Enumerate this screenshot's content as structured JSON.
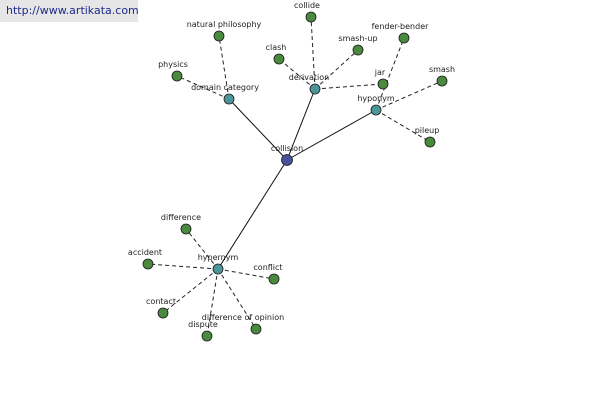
{
  "watermark": "http://www.artikata.com",
  "colors": {
    "root": "#4a4f9e",
    "category": "#4c9699",
    "leaf": "#4a8a3e"
  },
  "graph": {
    "root": "collision",
    "categories": [
      {
        "id": "domain-category",
        "label": "domain category",
        "members": [
          "physics",
          "natural philosophy"
        ]
      },
      {
        "id": "derivation",
        "label": "derivation",
        "members": [
          "clash",
          "collide",
          "smash-up",
          "jar"
        ]
      },
      {
        "id": "hyponym",
        "label": "hyponym",
        "members": [
          "fender-bender",
          "smash",
          "pileup"
        ]
      },
      {
        "id": "hypernym",
        "label": "hypernym",
        "members": [
          "difference",
          "accident",
          "conflict",
          "contact",
          "dispute",
          "difference of opinion"
        ]
      }
    ]
  }
}
